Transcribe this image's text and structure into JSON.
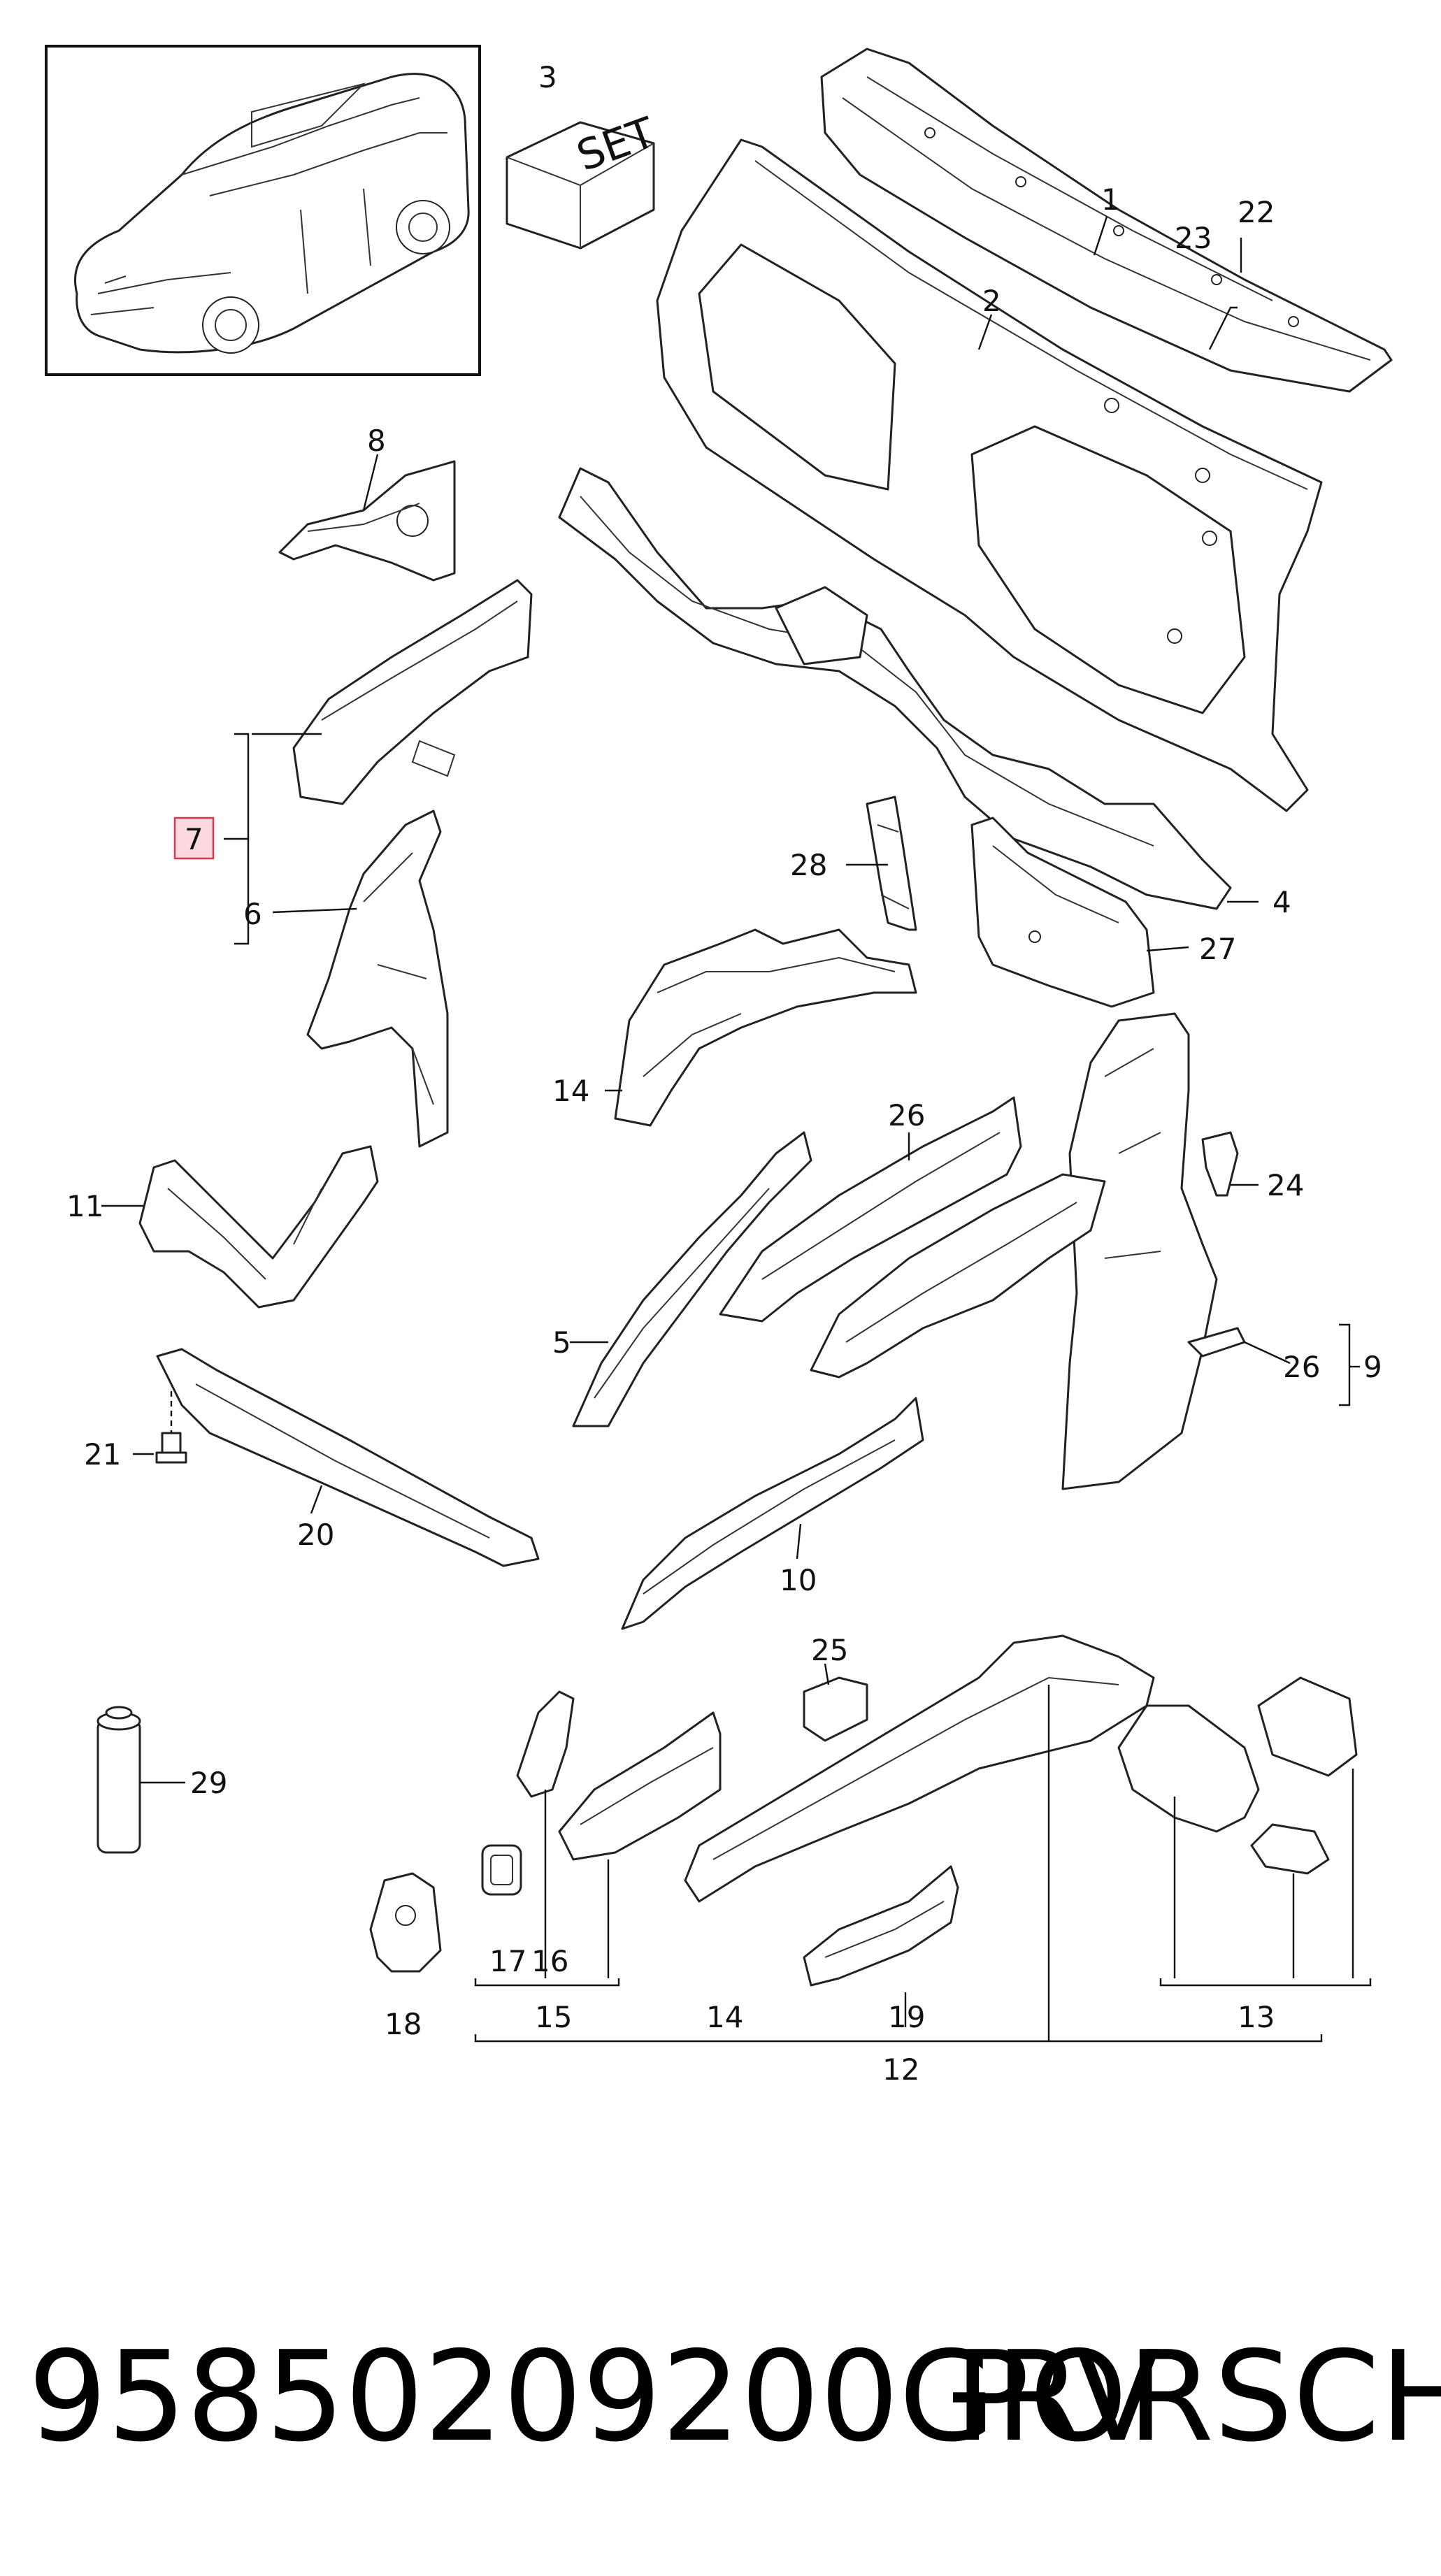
{
  "callouts": {
    "c1": "1",
    "c2": "2",
    "c3": "3",
    "c4": "4",
    "c5": "5",
    "c6": "6",
    "c7": "7",
    "c8": "8",
    "c9": "9",
    "c10": "10",
    "c11": "11",
    "c12": "12",
    "c13": "13",
    "c14a": "14",
    "c14b": "14",
    "c15": "15",
    "c16": "16",
    "c17": "17",
    "c18": "18",
    "c19": "19",
    "c20": "20",
    "c21": "21",
    "c22": "22",
    "c23": "23",
    "c24": "24",
    "c25": "25",
    "c26a": "26",
    "c26b": "26",
    "c27": "27",
    "c28": "28",
    "c29": "29"
  },
  "set_box_label": "SET",
  "highlighted_callout": "7",
  "footer": {
    "part_number": "95850209200GRV",
    "brand": "PORSCHE"
  },
  "colors": {
    "highlight_fill": "#fbd9df",
    "highlight_stroke": "#d9364f",
    "line": "#222222"
  }
}
